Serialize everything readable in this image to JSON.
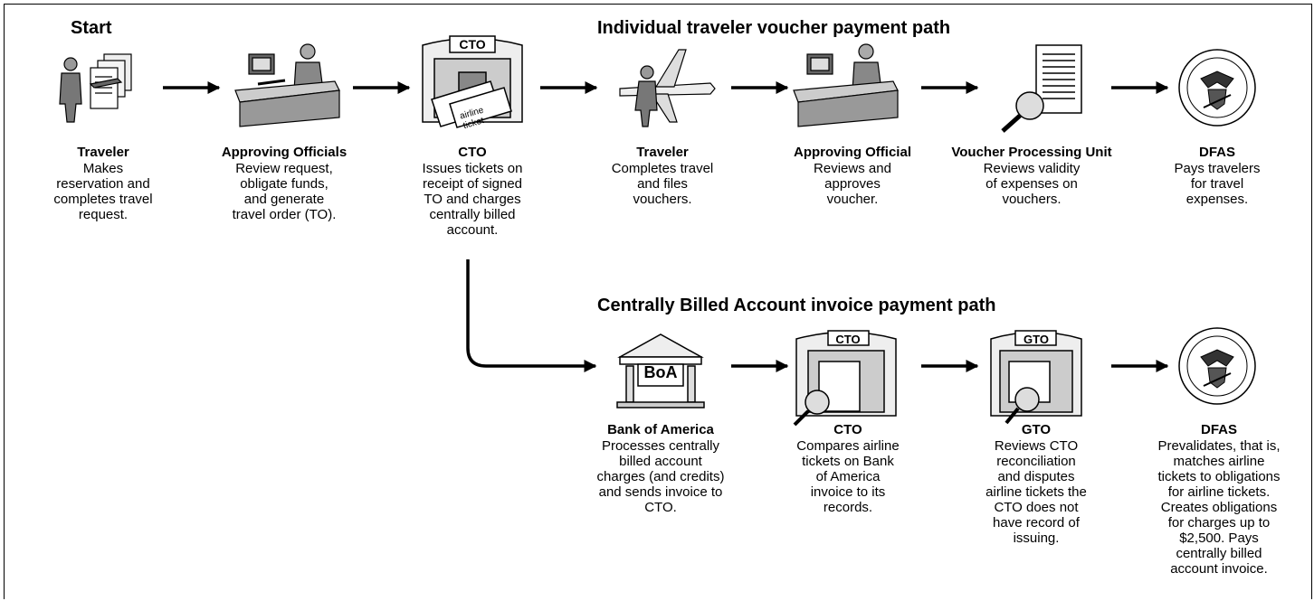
{
  "start_label": "Start",
  "path_titles": {
    "voucher": "Individual traveler voucher payment path",
    "cba": "Centrally Billed Account invoice payment path"
  },
  "top_row": [
    {
      "title": "Traveler",
      "desc": "Makes\nreservation and\ncompletes travel\nrequest.",
      "icon": "traveler-documents-icon"
    },
    {
      "title": "Approving Officials",
      "desc": "Review request,\nobligate funds,\nand generate\ntravel order (TO).",
      "icon": "desk-worker-icon"
    },
    {
      "title": "CTO",
      "desc": "Issues tickets on\nreceipt of signed\nTO and charges\ncentrally billed\naccount.",
      "icon": "cto-booth-tickets-icon"
    },
    {
      "title": "Traveler",
      "desc": "Completes travel\nand files\nvouchers.",
      "icon": "traveler-airplane-icon"
    },
    {
      "title": "Approving Official",
      "desc": "Reviews and\napproves\nvoucher.",
      "icon": "desk-worker-icon"
    },
    {
      "title": "Voucher Processing Unit",
      "desc": "Reviews validity\nof expenses on\nvouchers.",
      "icon": "document-magnifier-icon"
    },
    {
      "title": "DFAS",
      "desc": "Pays travelers\nfor travel\nexpenses.",
      "icon": "dod-seal-icon"
    }
  ],
  "bottom_row": [
    {
      "title": "Bank of America",
      "desc": "Processes centrally\nbilled account\ncharges (and credits)\nand sends invoice to\nCTO.",
      "icon": "bank-building-icon"
    },
    {
      "title": "CTO",
      "desc": "Compares airline\ntickets on Bank\nof America\ninvoice to its\nrecords.",
      "icon": "cto-booth-magnifier-icon"
    },
    {
      "title": "GTO",
      "desc": "Reviews CTO\nreconciliation\nand disputes\nairline tickets the\nCTO does not\nhave record of\nissuing.",
      "icon": "gto-booth-magnifier-icon"
    },
    {
      "title": "DFAS",
      "desc": "Prevalidates, that is,\nmatches airline\ntickets to obligations\nfor airline tickets.\nCreates obligations\nfor charges up to\n$2,500.  Pays\ncentrally billed\naccount invoice.",
      "icon": "dod-seal-icon"
    }
  ],
  "icon_text": {
    "cto_sign": "CTO",
    "gto_sign": "GTO",
    "bank_sign": "BoA",
    "ticket_line1": "airline",
    "ticket_line2": "ticket"
  }
}
